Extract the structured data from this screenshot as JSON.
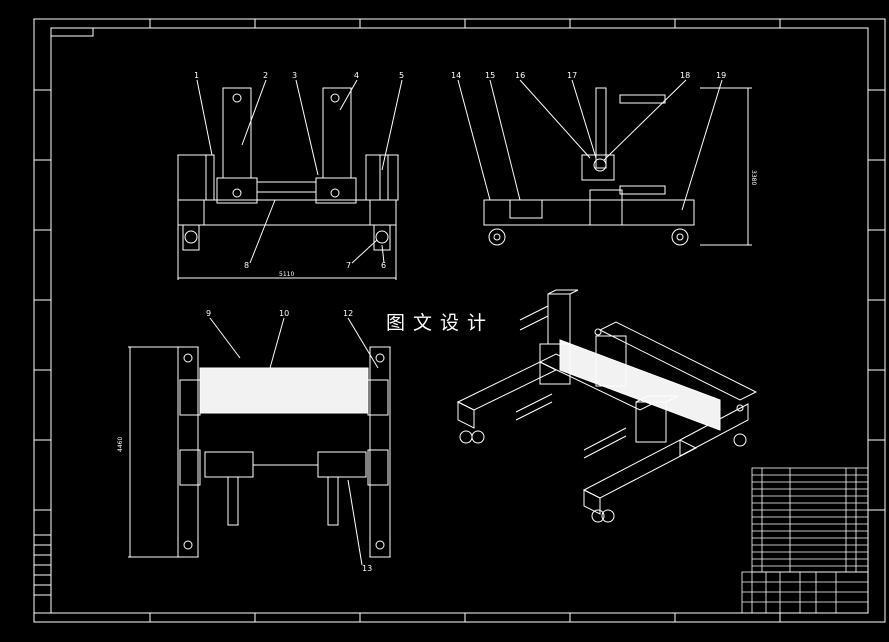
{
  "drawing": {
    "watermark": "图文设计",
    "front_view_callouts": [
      "1",
      "2",
      "3",
      "4",
      "5",
      "8",
      "7",
      "6"
    ],
    "side_view_callouts": [
      "14",
      "15",
      "16",
      "17",
      "18",
      "19"
    ],
    "top_view_callouts": [
      "9",
      "10",
      "12",
      "13"
    ],
    "dimensions": {
      "front_width": "5110",
      "side_height": "3380",
      "top_length": "4460"
    }
  },
  "colors": {
    "background": "#000000",
    "lines": "#ffffff",
    "fill": "#f2f2f2"
  }
}
